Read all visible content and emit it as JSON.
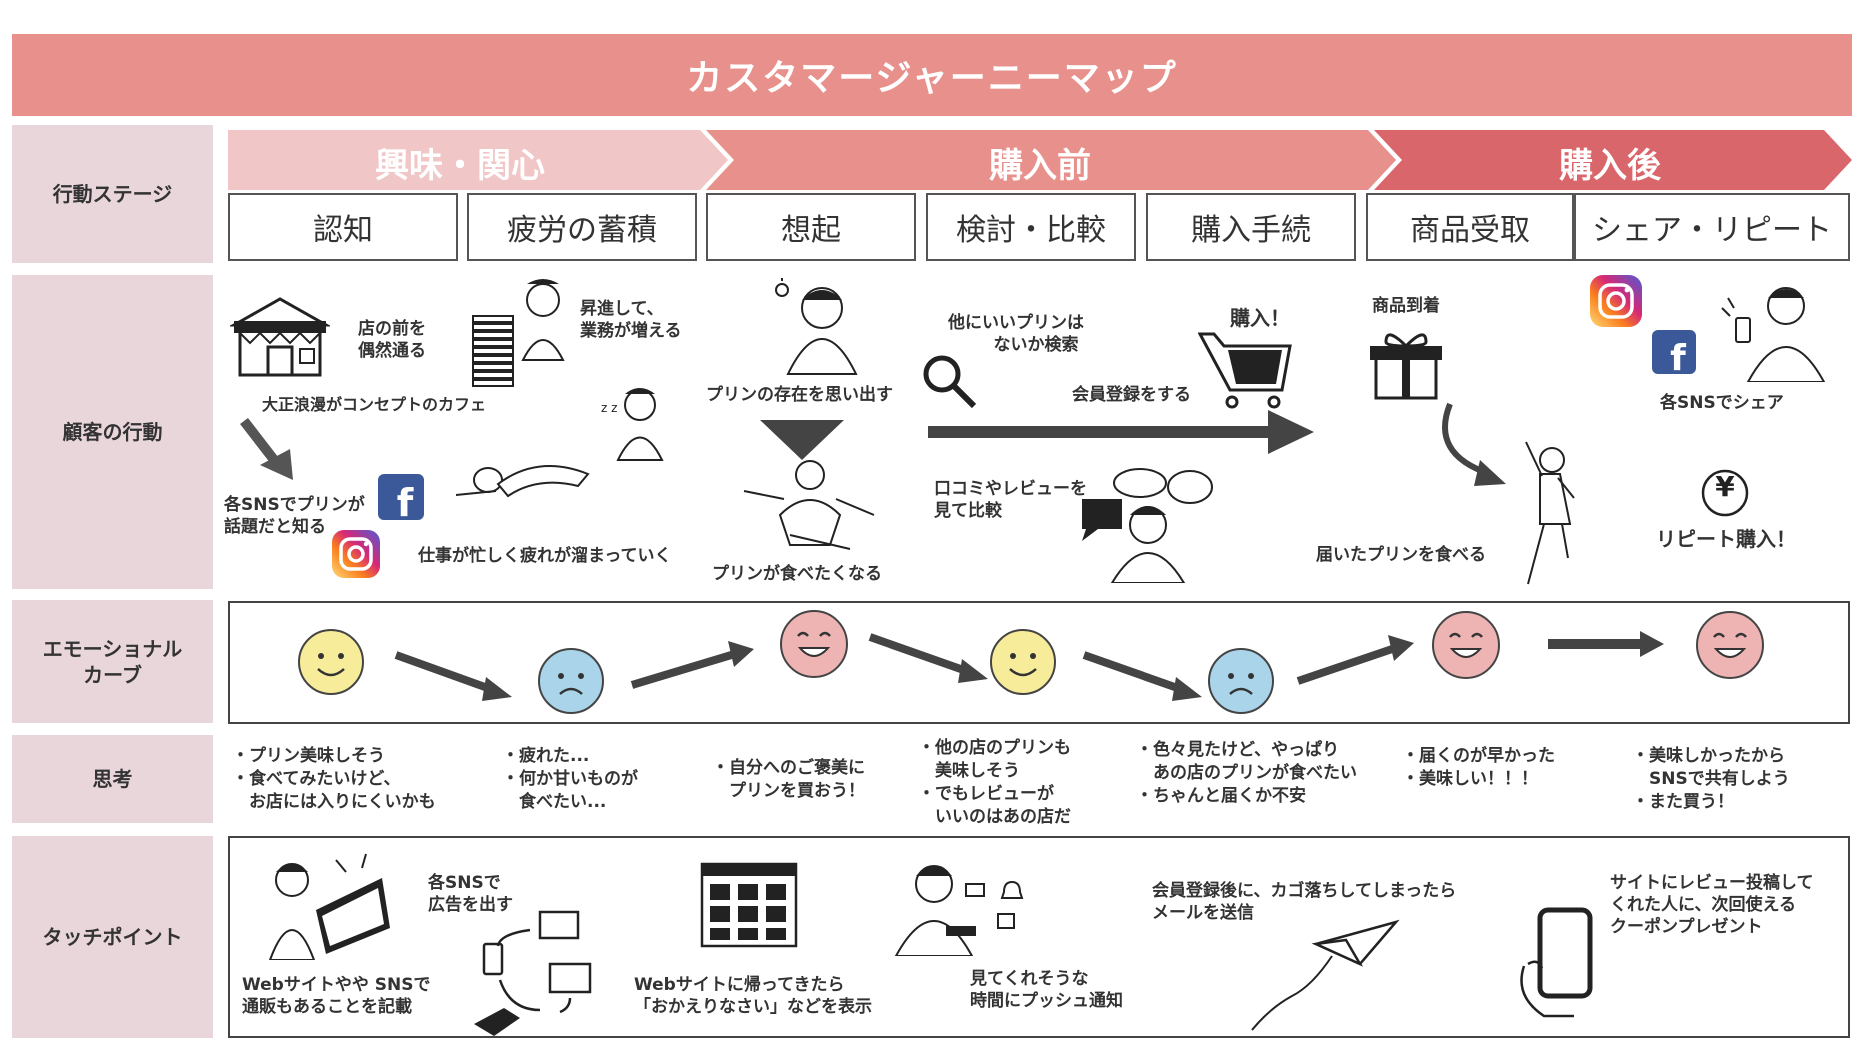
{
  "title": "カスタマージャーニーマップ",
  "row_labels": {
    "stage": "行動ステージ",
    "action": "顧客の行動",
    "emotion_line1": "エモーショナル",
    "emotion_line2": "カーブ",
    "thought": "思考",
    "touchpoint": "タッチポイント"
  },
  "phases": [
    "興味・関心",
    "購入前",
    "購入後"
  ],
  "phase_colors": [
    "#f0c6c7",
    "#e8918c",
    "#d9666a"
  ],
  "stages": [
    "認知",
    "疲労の蓄積",
    "想起",
    "検討・比較",
    "購入手続",
    "商品受取",
    "シェア・リピート"
  ],
  "actions": {
    "store_line1": "店の前を",
    "store_line2": "偶然通る",
    "cafe": "大正浪漫がコンセプトのカフェ",
    "sns_line1": "各SNSでプリンが",
    "sns_line2": "話題だと知る",
    "promo_line1": "昇進して、",
    "promo_line2": "業務が増える",
    "tired": "仕事が忙しく疲れが溜まっていく",
    "remember": "プリンの存在を思い出す",
    "want": "プリンが食べたくなる",
    "search_line1": "他にいいプリンは",
    "search_line2": "ないか検索",
    "register": "会員登録をする",
    "buy": "購入！",
    "review_line1": "口コミやレビューを",
    "review_line2": "見て比較",
    "arrive": "商品到着",
    "eat": "届いたプリンを食べる",
    "share": "各SNSでシェア",
    "repeat": "リピート購入！",
    "yen": "¥"
  },
  "emotions": [
    "neutral",
    "sad",
    "happy",
    "neutral",
    "sad",
    "happy",
    "happy"
  ],
  "emotion_colors": {
    "neutral": "#f7ec9a",
    "sad": "#a9d4ea",
    "happy": "#eeb4b4"
  },
  "thoughts": [
    [
      "・プリン美味しそう",
      "・食べてみたいけど、",
      "　お店には入りにくいかも"
    ],
    [
      "・疲れた...",
      "・何か甘いものが",
      "　食べたい..."
    ],
    [
      "・自分へのご褒美に",
      "　プリンを買おう！"
    ],
    [
      "・他の店のプリンも",
      "　美味しそう",
      "・でもレビューが",
      "　いいのはあの店だ"
    ],
    [
      "・色々見たけど、やっぱり",
      "　あの店のプリンが食べたい",
      "・ちゃんと届くか不安"
    ],
    [
      "・届くのが早かった",
      "・美味しい！！！"
    ],
    [
      "・美味しかったから",
      "　SNSで共有しよう",
      "・また買う！"
    ]
  ],
  "touchpoints": {
    "tp1_line1": "Webサイトやや SNSで",
    "tp1_line2": "通販もあることを記載",
    "tp2_line1": "各SNSで",
    "tp2_line2": "広告を出す",
    "tp3_line1": "Webサイトに帰ってきたら",
    "tp3_line2": "「おかえりなさい」などを表示",
    "tp4_line1": "見てくれそうな",
    "tp4_line2": "時間にプッシュ通知",
    "tp5_line1": "会員登録後に、カゴ落ちしてしまったら",
    "tp5_line2": "メールを送信",
    "tp6_line1": "サイトにレビュー投稿して",
    "tp6_line2": "くれた人に、次回使える",
    "tp6_line3": "クーポンプレゼント"
  }
}
